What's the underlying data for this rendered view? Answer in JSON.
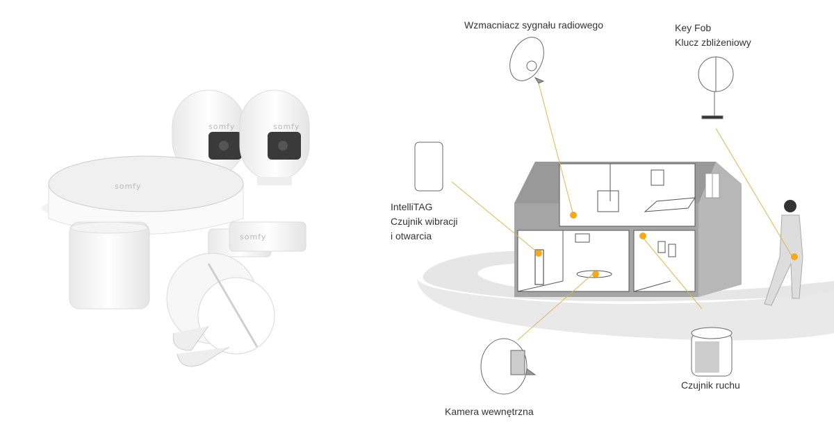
{
  "brand": "somfy",
  "accent_color": "#f2a91b",
  "labels": {
    "repeater": "Wzmacniacz sygnału radiowego",
    "keyfob_line1": "Key Fob",
    "keyfob_line2": "Klucz zbliżeniowy",
    "intellitag_line1": "IntelliTAG",
    "intellitag_line2": "Czujnik wibracji",
    "intellitag_line3": "i otwarcia",
    "camera": "Kamera wewnętrzna",
    "motion": "Czujnik ruchu"
  }
}
